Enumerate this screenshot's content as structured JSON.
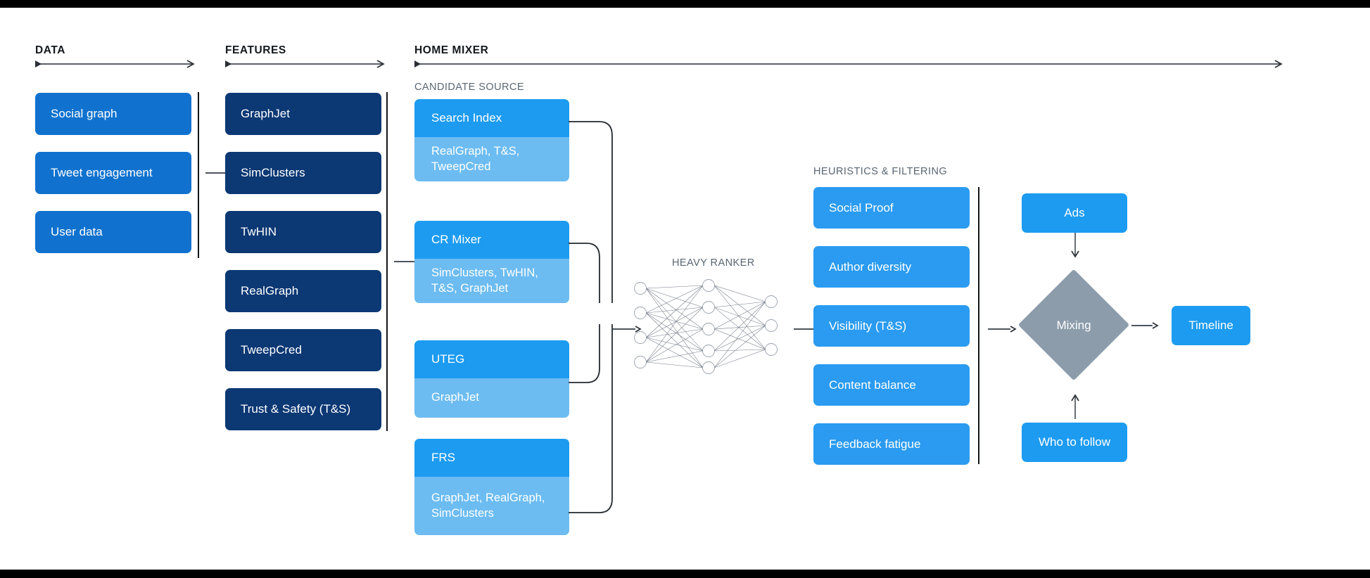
{
  "sections": {
    "data": {
      "title": "DATA"
    },
    "features": {
      "title": "FEATURES"
    },
    "home_mixer": {
      "title": "HOME MIXER"
    },
    "candidate_source": {
      "title": "CANDIDATE SOURCE"
    },
    "heavy_ranker": {
      "title": "HEAVY RANKER"
    },
    "heuristics": {
      "title": "HEURISTICS & FILTERING"
    }
  },
  "data_boxes": [
    {
      "label": "Social graph"
    },
    {
      "label": "Tweet engagement"
    },
    {
      "label": "User data"
    }
  ],
  "feature_boxes": [
    {
      "label": "GraphJet"
    },
    {
      "label": "SimClusters"
    },
    {
      "label": "TwHIN"
    },
    {
      "label": "RealGraph"
    },
    {
      "label": "TweepCred"
    },
    {
      "label": "Trust & Safety (T&S)"
    }
  ],
  "candidate_sources": [
    {
      "title": "Search Index",
      "features": "RealGraph, T&S, TweepCred"
    },
    {
      "title": "CR Mixer",
      "features": "SimClusters, TwHIN, T&S, GraphJet"
    },
    {
      "title": "UTEG",
      "features": "GraphJet"
    },
    {
      "title": "FRS",
      "features": "GraphJet, RealGraph, SimClusters"
    }
  ],
  "heuristic_boxes": [
    {
      "label": "Social Proof"
    },
    {
      "label": "Author diversity"
    },
    {
      "label": "Visibility (T&S)"
    },
    {
      "label": "Content balance"
    },
    {
      "label": "Feedback fatigue"
    }
  ],
  "outputs": {
    "ads": "Ads",
    "mixing": "Mixing",
    "who_to_follow": "Who to follow",
    "timeline": "Timeline"
  },
  "neural_network": {
    "input_nodes": 4,
    "hidden_nodes": 5,
    "output_nodes": 3
  },
  "colors": {
    "data_box": "#1072ce",
    "feature_box": "#0c3874",
    "candidate_header": "#1d9bf0",
    "candidate_body": "#6cbcf2",
    "heuristic_box": "#2a9bf0",
    "output_box": "#1d9bf0",
    "mixing_diamond": "#8c9cab",
    "divider": "#111418",
    "arrow": "#4c545c",
    "heading": "#14181c",
    "subheading": "#5a6673",
    "background": "#ffffff",
    "letterbox": "#000000"
  }
}
